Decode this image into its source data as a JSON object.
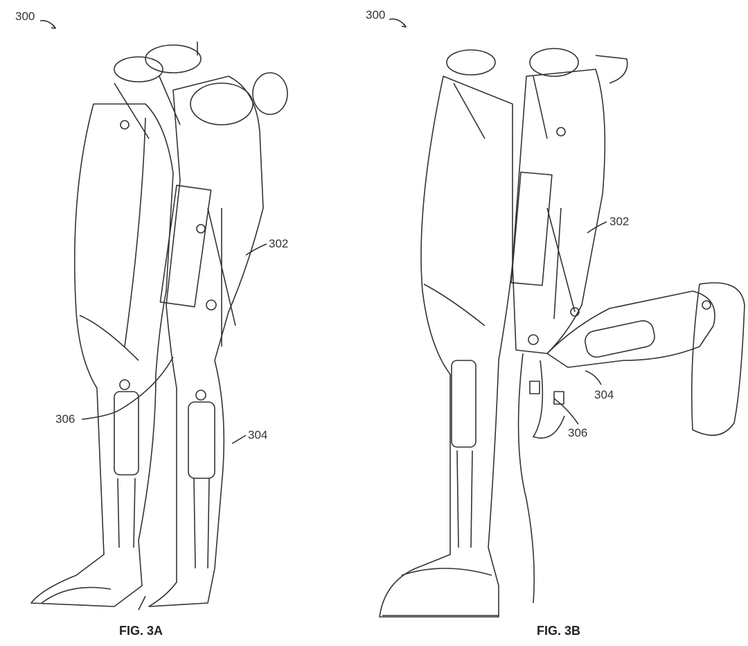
{
  "figures": [
    {
      "caption": "FIG. 3A",
      "labels": {
        "system": "300",
        "thigh": "302",
        "shank": "304",
        "cable": "306"
      }
    },
    {
      "caption": "FIG. 3B",
      "labels": {
        "system": "300",
        "thigh": "302",
        "shank": "304",
        "cable": "306"
      }
    }
  ]
}
